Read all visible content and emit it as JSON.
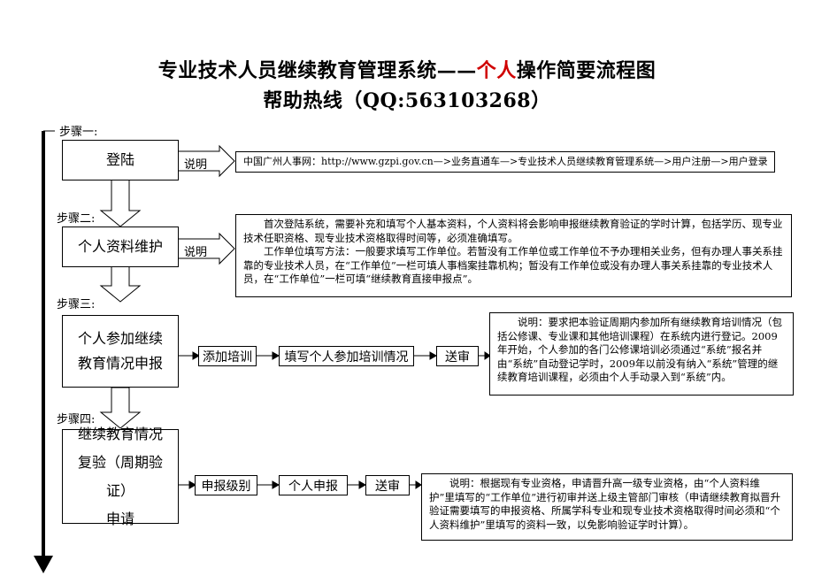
{
  "title": {
    "line1_pre": "专业技术人员继续教育管理系统——",
    "line1_red": "个人",
    "line1_post": "操作简要流程图",
    "line2": "帮助热线（QQ:563103268）"
  },
  "steps": [
    {
      "label": "步骤一:",
      "box": "登陆",
      "note_label": "说明",
      "note": "中国广州人事网：http://www.gzpi.gov.cn—>业务直通车—>专业技术人员继续教育管理系统—>用户注册—>用户登录"
    },
    {
      "label": "步骤二:",
      "box": "个人资料维护",
      "note_label": "说明",
      "note_p1": "首次登陆系统，需要补充和填写个人基本资料，个人资料将会影响申报继续教育验证的学时计算，包括学历、现专业技术任职资格、现专业技术资格取得时间等，必须准确填写。",
      "note_p2": "工作单位填写方法：一般要求填写工作单位。若暂没有工作单位或工作单位不予办理相关业务，但有办理人事关系挂靠的专业技术人员，在“工作单位”一栏可填人事档案挂靠机构；暂没有工作单位或没有办理人事关系挂靠的专业技术人员，在“工作单位”一栏可填“继续教育直接申报点”。"
    },
    {
      "label": "步骤三:",
      "box_line1": "个人参加继续",
      "box_line2": "教育情况申报",
      "flow": [
        "添加培训",
        "填写个人参加培训情况",
        "送审"
      ],
      "note": "说明：要求把本验证周期内参加所有继续教育培训情况（包括公修课、专业课和其他培训课程）在系统内进行登记。2009年开始，个人参加的各门公修课培训必须通过“系统”报名并由“系统”自动登记学时，2009年以前没有纳入“系统”管理的继续教育培训课程，必须由个人手动录入到“系统”内。"
    },
    {
      "label": "步骤四:",
      "box_line1": "继续教育情况",
      "box_line2": "复验（周期验证）",
      "box_line3": "申请",
      "flow": [
        "申报级别",
        "个人申报",
        "送审"
      ],
      "note": "说明：根据现有专业资格，申请晋升高一级专业资格，由“个人资料维护”里填写的“工作单位”进行初审并送上级主管部门审核（申请继续教育拟晋升验证需要填写的申报资格、所属学科专业和现专业技术资格取得时间必须和“个人资料维护”里填写的资料一致，以免影响验证学时计算）。"
    }
  ]
}
